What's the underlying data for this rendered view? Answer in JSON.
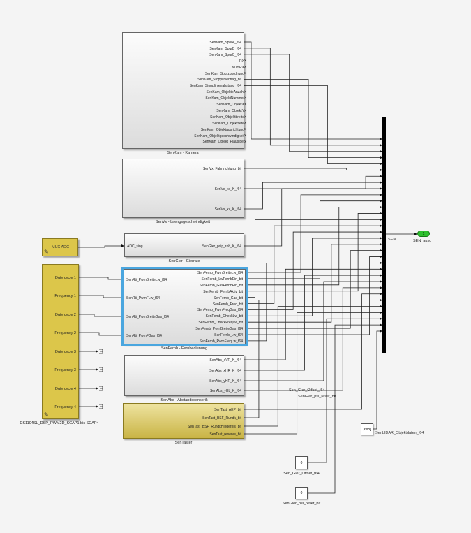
{
  "blocks": {
    "senkam": {
      "label": "SenKam - Kamera",
      "outputs": [
        "SenKam_SpurA_f64",
        "SenKam_SpurB_f64",
        "SenKam_SpurC_f64",
        "RX",
        "NumRX",
        "SenKam_Spurzuordnung",
        "SenKam_Stopplinienflag_bit",
        "SenKam_Stopplinienabstand_f64",
        "SenKam_ObjekteAnzahl",
        "SenKam_ObjektNummer",
        "SenKam_ObjektX",
        "SenKam_ObjektY",
        "SenKam_Objektbreite",
        "SenKam_Objekttiefe",
        "SenKam_Objektausrichtung",
        "SenKam_Objektgeschwindigkeit",
        "SenKam_Objekt_Plausibel"
      ]
    },
    "senvx": {
      "label": "SenVx - Laengsgeschwindigkeit",
      "outputs": [
        "SenVx_Fahrtrichtung_bit",
        "SenVx_xx_K_f64",
        "SenVx_xx_K_f64"
      ]
    },
    "sengier": {
      "label": "SenGier - Gierrate",
      "inputs": [
        "ADC_sing"
      ],
      "outputs": [
        "SenGier_psip_roh_K_f64"
      ]
    },
    "senfernb": {
      "label": "SenFernb - Fernbedienung",
      "inputs": [
        "SenRti_PwmBreiteLw_f64",
        "SenRti_PwmFLw_f64",
        "SenRti_PwmBreiteGas_f64",
        "SenRti_PwmFGas_f64"
      ],
      "outputs": [
        "SenFernb_PwmBreiteLw_f64",
        "SenFernb_LwFernbEin_bit",
        "SenFernb_GasFernbEin_bit",
        "SenFernb_FernbAktiv_bit",
        "SenFernb_Gas_bit",
        "SenFernb_Freq_bit",
        "SenFernb_PwmFreqGas_f64",
        "SenFernb_CheckLw_bit",
        "SenFernb_CheckFreqLw_bit",
        "SenFernb_PwmBreiteGas_f64",
        "SenFernb_Lw_f64",
        "SenFernb_PwmFreqLw_f64"
      ]
    },
    "senabs": {
      "label": "SenAbs - Abstandssensorik",
      "outputs": [
        "SenAbs_xVR_K_f64",
        "SenAbs_xHR_K_f64",
        "SenAbs_yHR_K_f64",
        "SenAbs_yHL_K_f64"
      ]
    },
    "sentaster": {
      "label": "SenTaster",
      "outputs": [
        "SenTast_AEP_bit",
        "SenTast_BSF_Rundk_bit",
        "SenTast_BSF_RundkHindernis_bit",
        "SenTast_reserve_bit"
      ]
    },
    "muxadc": {
      "label": "MUX ADC"
    },
    "ds1104": {
      "label": "DS1104SL_DSP_PWM2D_SCAP1 bis SCAP4",
      "outputs": [
        "Duty cycle 1",
        "Frequency 1",
        "Duty cycle 2",
        "Frequency 2",
        "Duty cycle 3",
        "Frequency 3",
        "Duty cycle 4",
        "Frequency 4"
      ]
    }
  },
  "bus": {
    "label": "SEN"
  },
  "outport": {
    "number": "1",
    "label": "SEN_ausg",
    "color": "#2fc12f"
  },
  "constants": {
    "lidar": {
      "value": "[6x8]",
      "label": "SenLIDAR_Objektdaten_f64"
    },
    "gier_offset": {
      "value": "0",
      "label": "Sen_Gier_Offset_f64"
    },
    "psi_reset": {
      "value": "0",
      "label": "SenGier_psi_reset_bit"
    }
  },
  "signal_labels": {
    "gier_offset": "Sen_Gier_Offset_f64",
    "psi_reset": "SenGier_psi_reset_bit"
  },
  "selection_color": "#4aa6df"
}
